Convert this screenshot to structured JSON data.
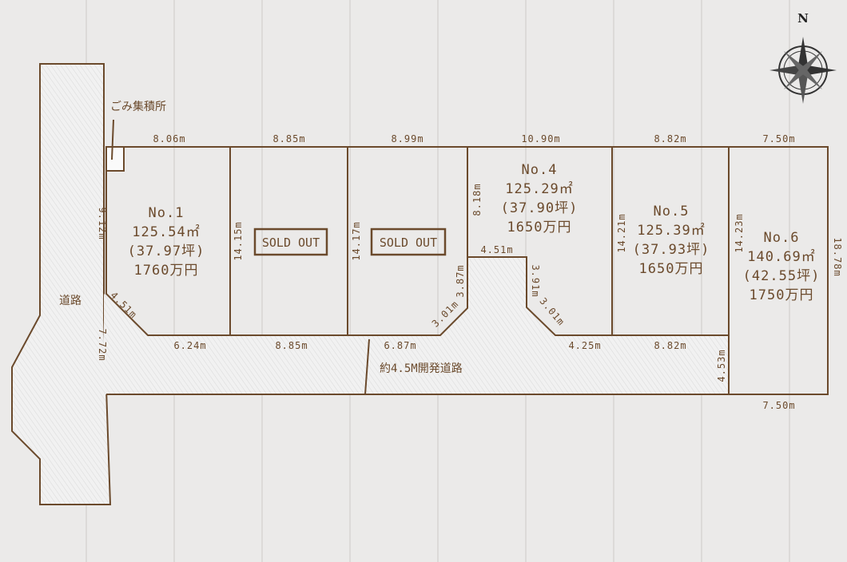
{
  "compass": {
    "label": "N"
  },
  "labels": {
    "garbage": "ごみ集積所",
    "road": "道路",
    "dev_road": "約4.5M開発道路"
  },
  "lots": [
    {
      "no": "No.1",
      "area": "125.54㎡",
      "tsubo": "(37.97坪)",
      "price": "1760万円"
    },
    {
      "status": "SOLD OUT"
    },
    {
      "status": "SOLD OUT"
    },
    {
      "no": "No.4",
      "area": "125.29㎡",
      "tsubo": "(37.90坪)",
      "price": "1650万円"
    },
    {
      "no": "No.5",
      "area": "125.39㎡",
      "tsubo": "(37.93坪)",
      "price": "1650万円"
    },
    {
      "no": "No.6",
      "area": "140.69㎡",
      "tsubo": "(42.55坪)",
      "price": "1750万円"
    }
  ],
  "dims": {
    "top": [
      "8.06m",
      "8.85m",
      "8.99m",
      "10.90m",
      "8.82m",
      "7.50m"
    ],
    "bottom": [
      "6.24m",
      "8.85m",
      "6.87m",
      "4.25m",
      "8.82m",
      "7.50m"
    ],
    "lot1_left": "9.12m",
    "lot1_chamfer": "4.51m",
    "road_side": "7.72m",
    "lot2_depth": "14.15m",
    "lot3_depth": "14.17m",
    "lot3_right": "3.87m",
    "lot3_chamfer": "3.01m",
    "lot4_left": "8.18m",
    "lot4_notch_top": "4.51m",
    "lot4_notch_side": "3.91m",
    "lot4_chamfer": "3.01m",
    "lot5_depth": "14.21m",
    "lot6_depth": "14.23m",
    "lot6_right": "18.78m",
    "road_end": "4.53m"
  },
  "colors": {
    "line": "#6b4a2c",
    "lot": "#e3efea",
    "road": "#f3f3f3"
  }
}
